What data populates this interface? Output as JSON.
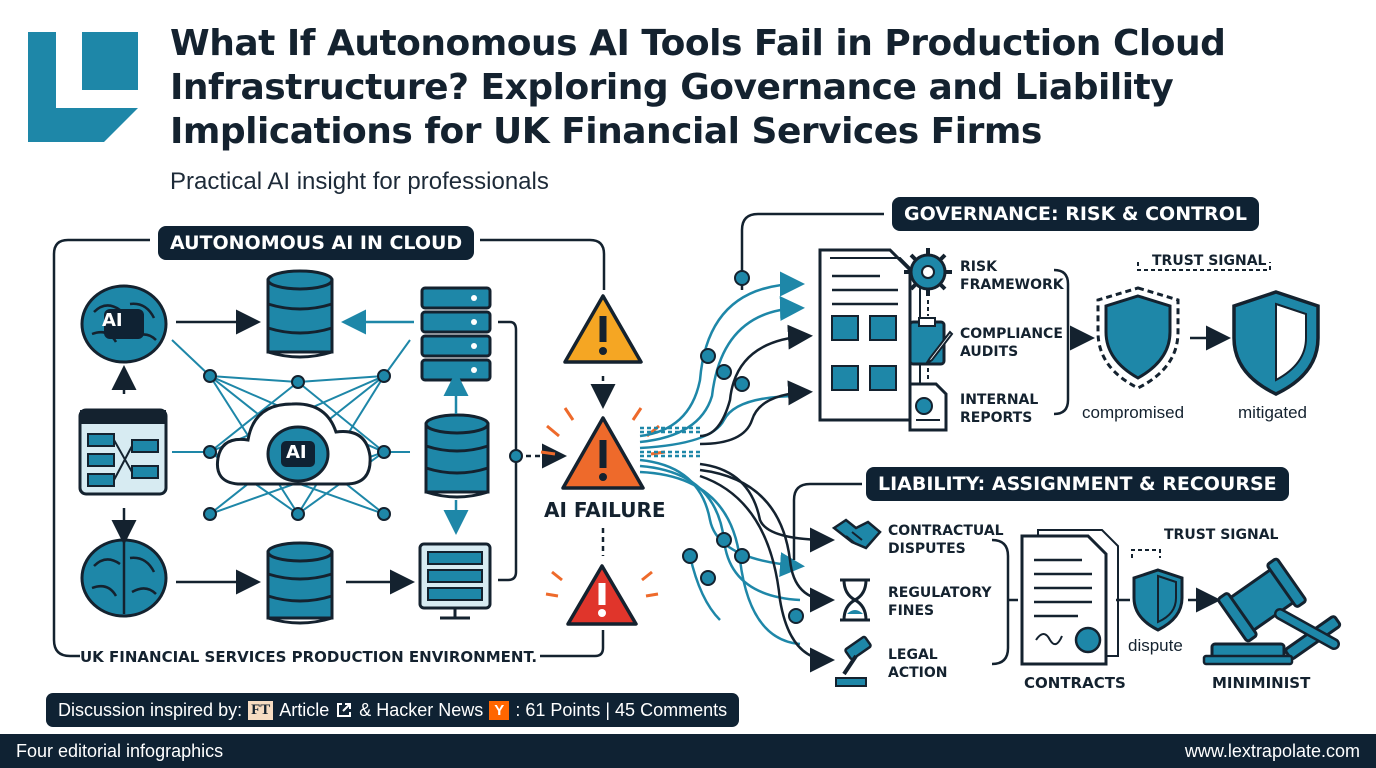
{
  "header": {
    "title": "What If Autonomous AI Tools Fail in Production Cloud Infrastructure? Exploring Governance and Liability Implications for UK Financial Services Firms",
    "subtitle": "Practical AI insight for professionals"
  },
  "left_panel": {
    "heading": "AUTONOMOUS AI IN CLOUD",
    "ai_badge": "AI",
    "cloud_badge": "AI",
    "environment_label": "UK FINANCIAL SERVICES PRODUCTION ENVIRONMENT."
  },
  "failure": {
    "label": "AI FAILURE"
  },
  "governance": {
    "heading": "GOVERNANCE: RISK & CONTROL",
    "items": [
      "RISK FRAMEWORK",
      "COMPLIANCE AUDITS",
      "INTERNAL REPORTS"
    ],
    "trust_signal": "TRUST SIGNAL",
    "shield_before": "compromised",
    "shield_after": "mitigated"
  },
  "liability": {
    "heading": "LIABILITY: ASSIGNMENT & RECOURSE",
    "items": [
      "CONTRACTUAL DISPUTES",
      "REGULATORY FINES",
      "LEGAL ACTION"
    ],
    "trust_signal": "TRUST SIGNAL",
    "contracts_label": "CONTRACTS",
    "dispute_label": "dispute",
    "outcome_label": "MINIMINIST"
  },
  "credit": {
    "prefix": "Discussion inspired by:",
    "ft_icon": "FT",
    "article": "Article",
    "hn_prefix": "& Hacker News",
    "yc_icon": "Y",
    "stats": ": 61 Points | 45 Comments"
  },
  "footer": {
    "left": "Four editorial infographics",
    "right": "www.lextrapolate.com"
  },
  "colors": {
    "teal": "#1e87a8",
    "navy": "#0f2233",
    "warning_yellow": "#f5a623",
    "warning_orange": "#ee6a2b",
    "warning_red": "#e0352b"
  }
}
